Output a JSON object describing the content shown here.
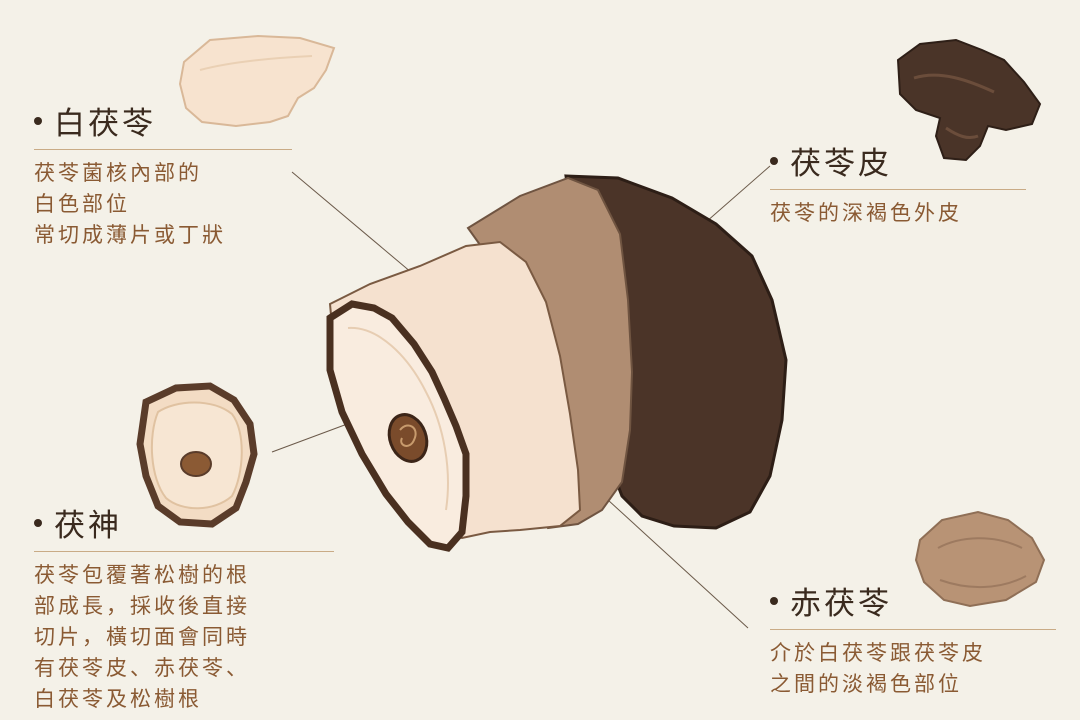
{
  "labels": {
    "white": {
      "title": "白茯苓",
      "desc": "茯苓菌核內部的\n白色部位\n常切成薄片或丁狀"
    },
    "skin": {
      "title": "茯苓皮",
      "desc": "茯苓的深褐色外皮"
    },
    "shen": {
      "title": "茯神",
      "desc": "茯苓包覆著松樹的根\n部成長，採收後直接\n切片，橫切面會同時\n有茯苓皮、赤茯苓、\n白茯苓及松樹根"
    },
    "red": {
      "title": "赤茯苓",
      "desc": "介於白茯苓跟茯苓皮\n之間的淡褐色部位"
    }
  },
  "colors": {
    "background": "#f4f1e8",
    "title": "#3a2a1e",
    "desc": "#8a5a33",
    "rule": "#c9ab86",
    "white_fuling": "#f7e7d6",
    "red_fuling": "#b89375",
    "skin": "#4a3428"
  }
}
